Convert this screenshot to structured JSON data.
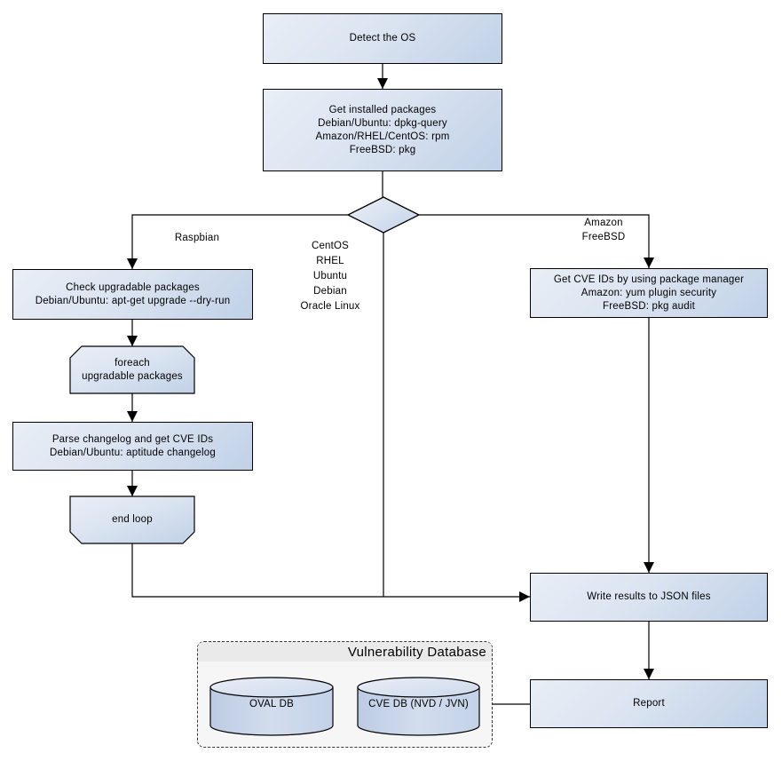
{
  "nodes": {
    "detect_os": {
      "label": "Detect the OS"
    },
    "get_installed_packages": {
      "lines": [
        "Get installed packages",
        "Debian/Ubuntu: dpkg-query",
        "Amazon/RHEL/CentOS: rpm",
        "FreeBSD: pkg"
      ]
    },
    "check_upgradable": {
      "lines": [
        "Check upgradable packages",
        "Debian/Ubuntu: apt-get upgrade --dry-run"
      ]
    },
    "foreach_loop": {
      "lines": [
        "foreach",
        "upgradable  packages"
      ]
    },
    "parse_changelog": {
      "lines": [
        "Parse changelog and get  CVE IDs",
        "Debian/Ubuntu: aptitude changelog"
      ]
    },
    "end_loop": {
      "label": "end loop"
    },
    "get_cve_ids": {
      "lines": [
        "Get CVE IDs by using package manager",
        "Amazon: yum plugin security",
        "FreeBSD: pkg audit"
      ]
    },
    "write_results": {
      "label": "Write results to JSON files"
    },
    "report": {
      "label": "Report"
    }
  },
  "branch_labels": {
    "raspbian": "Raspbian",
    "centos_group": [
      "CentOS",
      "RHEL",
      "Ubuntu",
      "Debian",
      "Oracle Linux"
    ],
    "amazon_group": [
      "Amazon",
      "FreeBSD"
    ]
  },
  "database": {
    "title": "Vulnerability Database",
    "cylinders": [
      {
        "label": "OVAL DB"
      },
      {
        "label": "CVE DB (NVD / JVN)"
      }
    ]
  },
  "colors": {
    "node_fill_light": "#e9eef6",
    "node_fill_dark": "#c0d1e7",
    "node_border": "#000000",
    "connector": "#000000",
    "container_fill": "#f6f6f6",
    "container_title_fill": "#eaeaea"
  }
}
